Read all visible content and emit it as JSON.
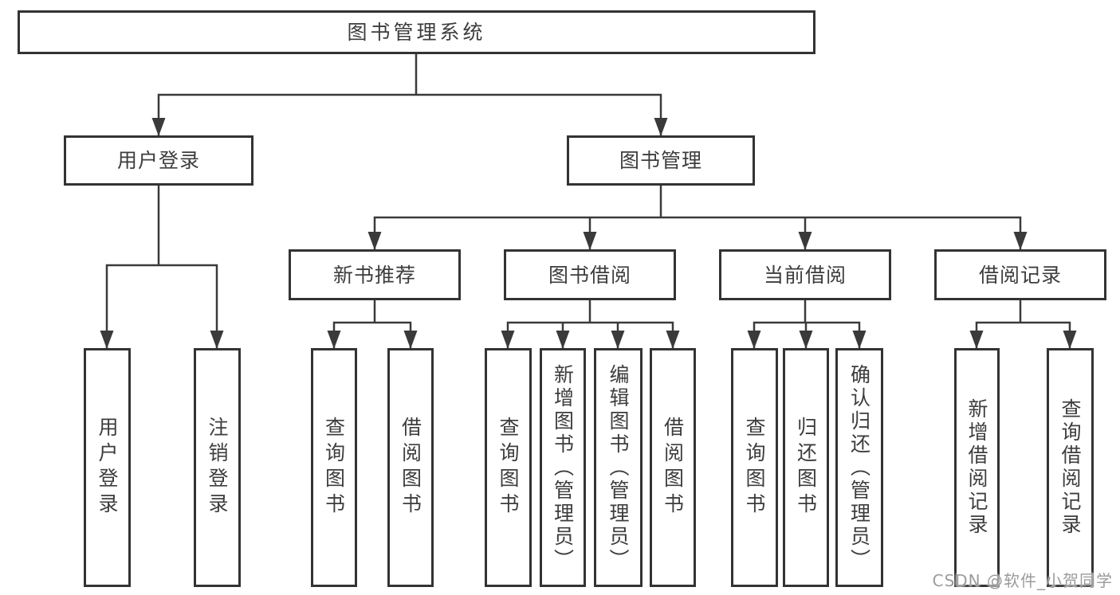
{
  "diagram": {
    "root": {
      "label": "图书管理系统"
    },
    "branches": [
      {
        "label": "用户登录",
        "children": [
          {
            "label": "用户登录"
          },
          {
            "label": "注销登录"
          }
        ]
      },
      {
        "label": "图书管理",
        "children": [
          {
            "label": "新书推荐",
            "children": [
              {
                "label": "查询图书"
              },
              {
                "label": "借阅图书"
              }
            ]
          },
          {
            "label": "图书借阅",
            "children": [
              {
                "label": "查询图书"
              },
              {
                "label": "新增图书（管理员）"
              },
              {
                "label": "编辑图书（管理员）"
              },
              {
                "label": "借阅图书"
              }
            ]
          },
          {
            "label": "当前借阅",
            "children": [
              {
                "label": "查询图书"
              },
              {
                "label": "归还图书"
              },
              {
                "label": "确认归还（管理员）"
              }
            ]
          },
          {
            "label": "借阅记录",
            "children": [
              {
                "label": "新增借阅记录"
              },
              {
                "label": "查询借阅记录"
              }
            ]
          }
        ]
      }
    ]
  },
  "watermark": {
    "text": "CSDN @软件_小贺同学"
  },
  "colors": {
    "line": "#3a3a3a",
    "box_border": "#333333",
    "box_background": "#ffffff",
    "text": "#3d3d3d",
    "watermark": "#9b9b9b",
    "page_background": "#ffffff"
  }
}
